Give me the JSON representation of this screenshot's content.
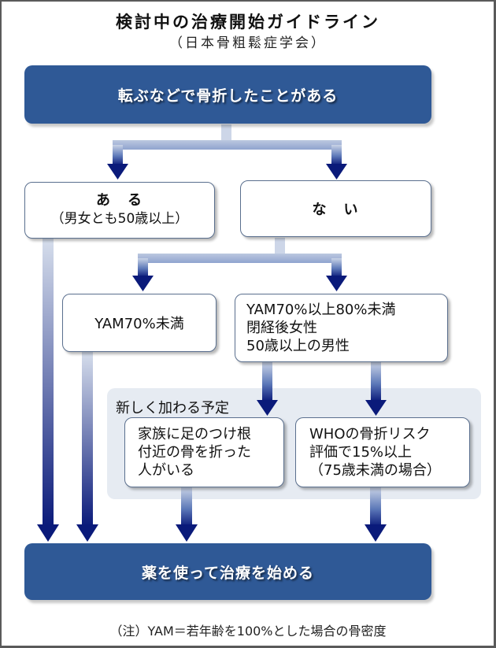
{
  "title": "検討中の治療開始ガイドライン",
  "subtitle": "（日本骨粗鬆症学会）",
  "nodes": {
    "start": "転ぶなどで骨折したことがある",
    "yes": {
      "line1": "あ　る",
      "line2": "（男女とも50歳以上）"
    },
    "no": "な　い",
    "yam_below70": "YAM70%未満",
    "yam_70_80": [
      "YAM70%以上80%未満",
      "閉経後女性",
      "50歳以上の男性"
    ],
    "family_fracture": [
      "家族に足のつけ根",
      "付近の骨を折った",
      "人がいる"
    ],
    "who_risk": [
      "WHOの骨折リスク",
      "評価で15%以上",
      "（75歳未満の場合）"
    ],
    "end": "薬を使って治療を始める"
  },
  "panel_label": "新しく加わる予定",
  "footnote": "（注）YAM＝若年齢を100%とした場合の骨密度",
  "colors": {
    "dark_box": "#2f5996",
    "arrow_dark": "#0a1a7a",
    "arrow_light": "#d6deec",
    "panel": "#e6ebf2"
  }
}
